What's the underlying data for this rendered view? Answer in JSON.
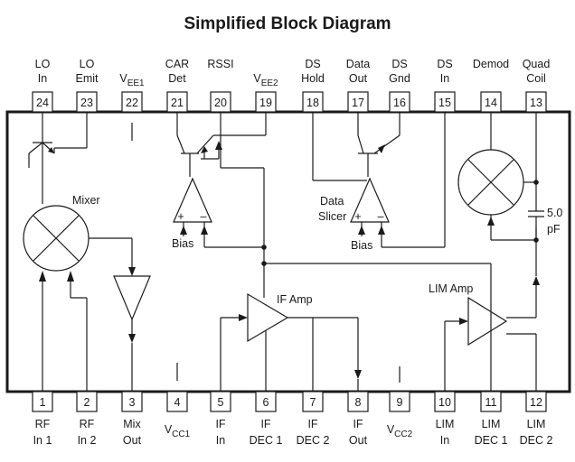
{
  "title": "Simplified Block Diagram",
  "top_pins": [
    {
      "num": "24",
      "l1": "LO",
      "l2": "In"
    },
    {
      "num": "23",
      "l1": "LO",
      "l2": "Emit"
    },
    {
      "num": "22",
      "l1": "V",
      "sub": "EE1",
      "l2": ""
    },
    {
      "num": "21",
      "l1": "CAR",
      "l2": "Det"
    },
    {
      "num": "20",
      "l1": "RSSI",
      "l2": ""
    },
    {
      "num": "19",
      "l1": "V",
      "sub": "EE2",
      "l2": ""
    },
    {
      "num": "18",
      "l1": "DS",
      "l2": "Hold"
    },
    {
      "num": "17",
      "l1": "Data",
      "l2": "Out"
    },
    {
      "num": "16",
      "l1": "DS",
      "l2": "Gnd"
    },
    {
      "num": "15",
      "l1": "DS",
      "l2": "In"
    },
    {
      "num": "14",
      "l1": "Demod",
      "l2": ""
    },
    {
      "num": "13",
      "l1": "Quad",
      "l2": "Coil"
    }
  ],
  "bottom_pins": [
    {
      "num": "1",
      "l1": "RF",
      "l2": "In 1"
    },
    {
      "num": "2",
      "l1": "RF",
      "l2": "In 2"
    },
    {
      "num": "3",
      "l1": "Mix",
      "l2": "Out"
    },
    {
      "num": "4",
      "l1": "V",
      "sub": "CC1",
      "l2": ""
    },
    {
      "num": "5",
      "l1": "IF",
      "l2": "In"
    },
    {
      "num": "6",
      "l1": "IF",
      "l2": "DEC 1"
    },
    {
      "num": "7",
      "l1": "IF",
      "l2": "DEC 2"
    },
    {
      "num": "8",
      "l1": "IF",
      "l2": "Out"
    },
    {
      "num": "9",
      "l1": "V",
      "sub": "CC2",
      "l2": ""
    },
    {
      "num": "10",
      "l1": "LIM",
      "l2": "In"
    },
    {
      "num": "11",
      "l1": "LIM",
      "l2": "DEC 1"
    },
    {
      "num": "12",
      "l1": "LIM",
      "l2": "DEC 2"
    }
  ],
  "blocks": {
    "mixer": "Mixer",
    "if_amp": "IF Amp",
    "lim_amp": "LIM Amp",
    "data_slicer_1": "Data",
    "data_slicer_2": "Slicer",
    "bias_left": "Bias",
    "bias_right": "Bias",
    "cap_value": "5.0",
    "cap_unit": "pF",
    "plus": "+",
    "minus": "–"
  }
}
